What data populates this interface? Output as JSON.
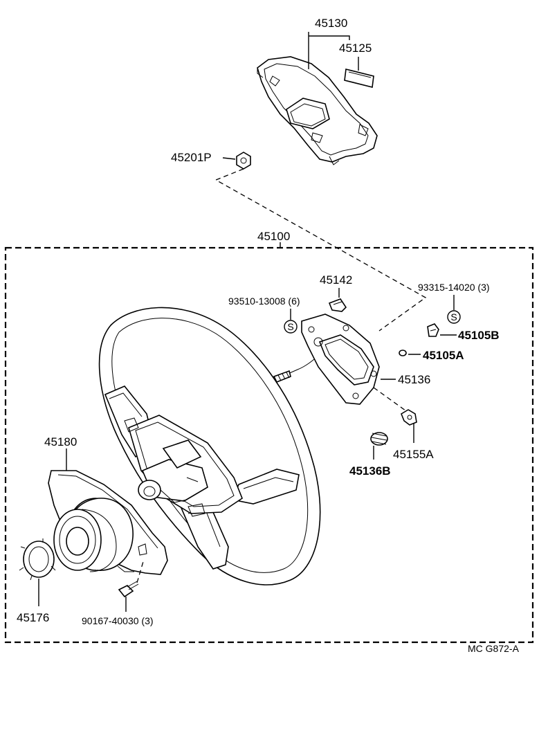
{
  "diagram_code": "MC G872-A",
  "callouts": {
    "p45130": "45130",
    "p45125": "45125",
    "p45201P": "45201P",
    "p45100": "45100",
    "p45142": "45142",
    "p93510": "93510-13008 (6)",
    "p93315": "93315-14020 (3)",
    "p45105B": "45105B",
    "p45105A": "45105A",
    "p45136": "45136",
    "p45155A": "45155A",
    "p45136B": "45136B",
    "p45180": "45180",
    "p45176": "45176",
    "p90167": "90167-40030 (3)"
  },
  "symbols": {
    "screw_mark": "S"
  },
  "icons": {
    "screw": "screw-symbol-icon"
  }
}
